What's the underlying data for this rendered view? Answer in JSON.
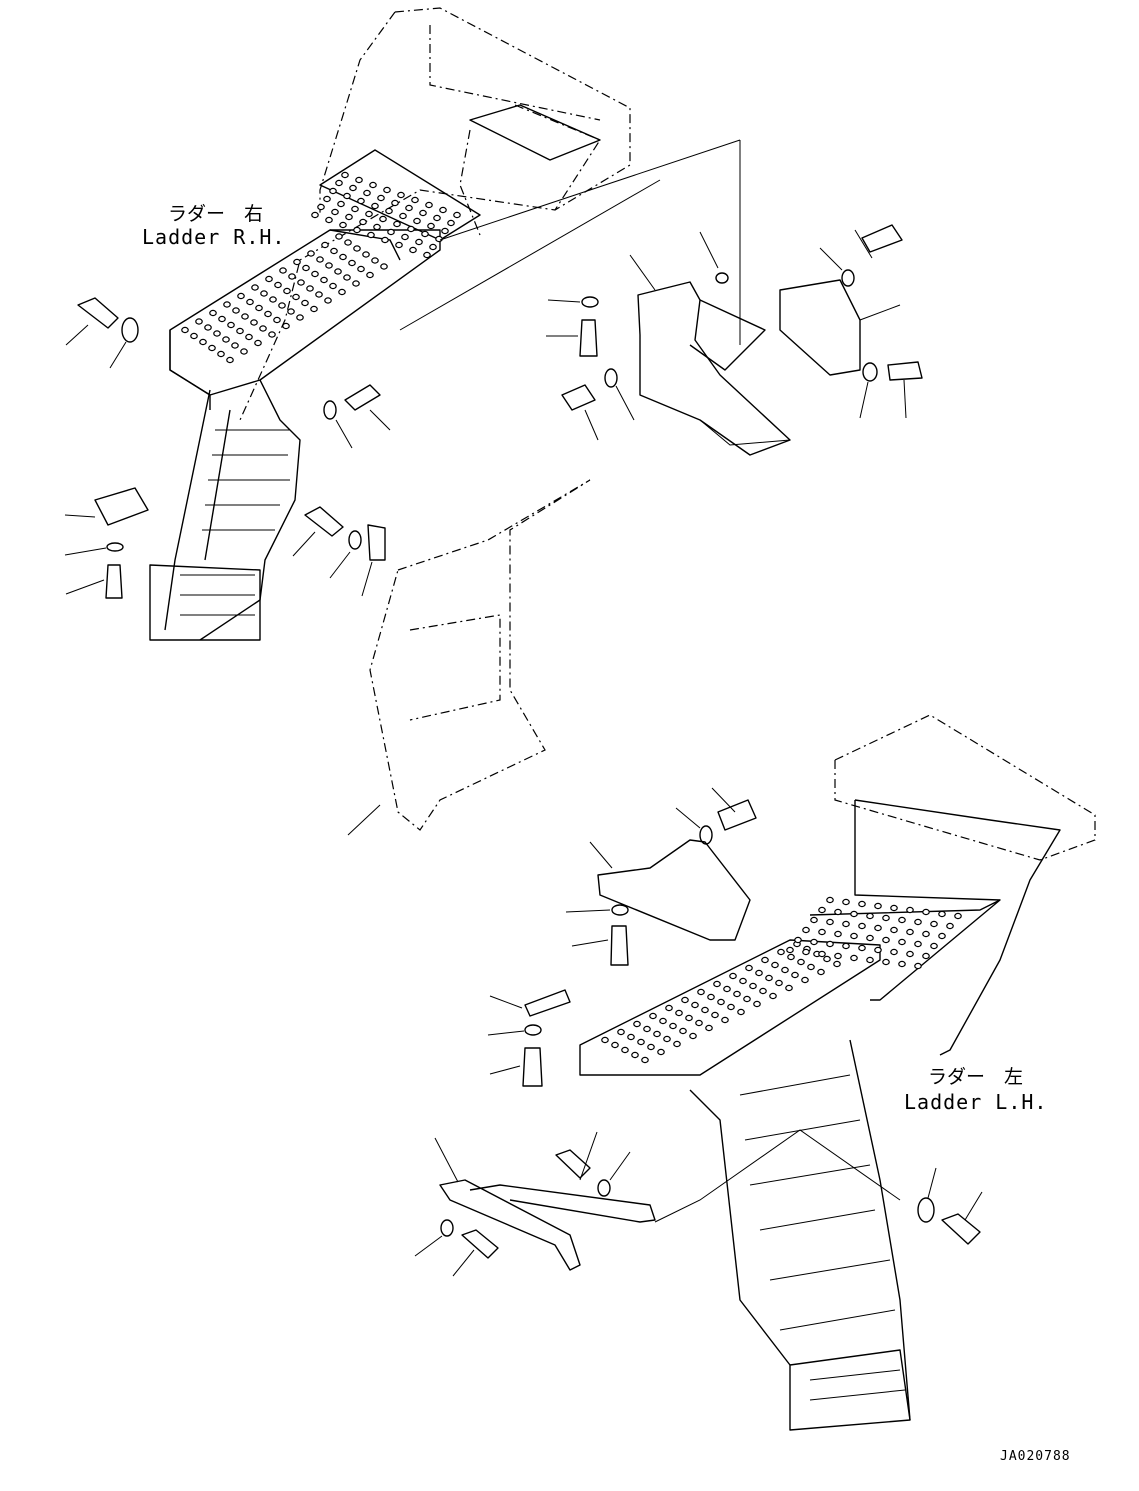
{
  "labels": {
    "ladder_rh_jp": "ラダー　右",
    "ladder_rh_en": "Ladder R.H.",
    "ladder_lh_jp": "ラダー　左",
    "ladder_lh_en": "Ladder L.H.",
    "drawing_code": "JA020788"
  }
}
